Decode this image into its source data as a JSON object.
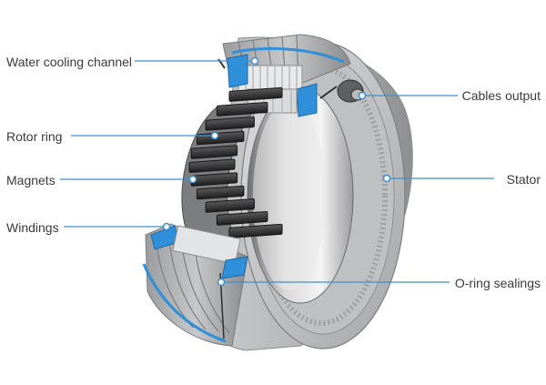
{
  "labels": {
    "water_cooling_channel": "Water cooling channel",
    "rotor_ring": "Rotor ring",
    "magnets": "Magnets",
    "windings": "Windings",
    "cables_output": "Cables output",
    "stator": "Stator",
    "o_ring_sealings": "O-ring sealings"
  },
  "colors": {
    "leader_line": "#3d8fd0",
    "accent_blue": "#2f8fd8",
    "housing_gray": "#a7a9ac",
    "magnet_dark": "#3a3a3a"
  }
}
